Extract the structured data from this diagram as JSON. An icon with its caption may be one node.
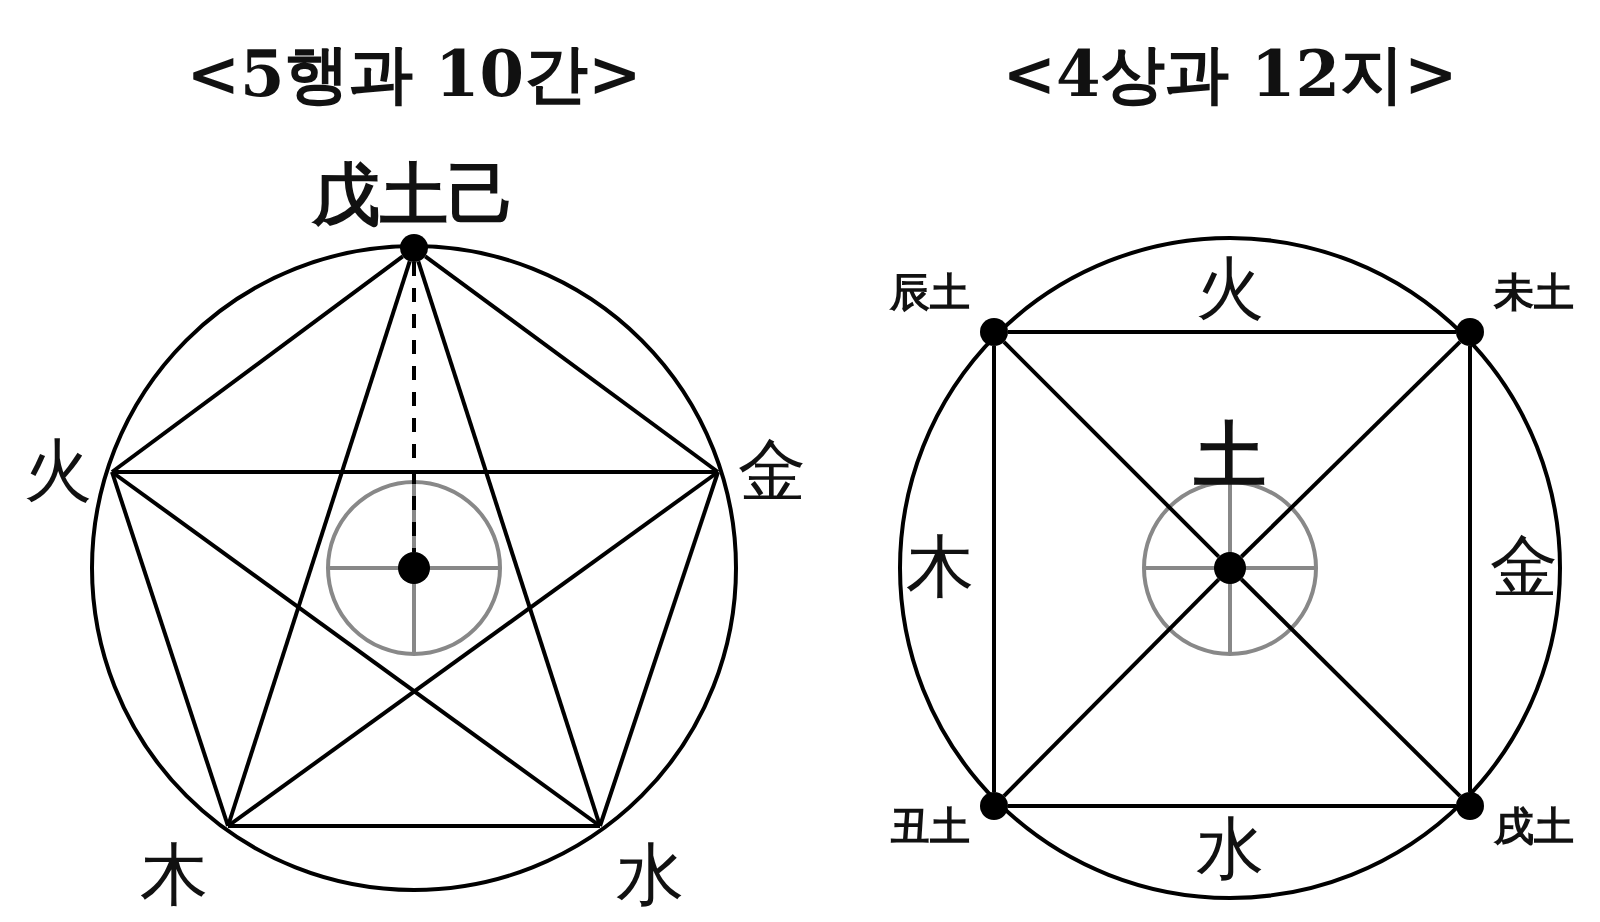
{
  "diagram": {
    "nodes": [
      {
        "text": [],
        "shape": "circle",
        "beside": [
          "戊土己"
        ]
      },
      {
        "text": [
          "火"
        ]
      },
      {
        "text": [
          "金"
        ]
      },
      {
        "text": [
          "木"
        ]
      },
      {
        "text": [
          "水"
        ]
      },
      {
        "text": [],
        "shape": "circle"
      },
      {
        "text": [],
        "shape": "circle",
        "beside": [
          "辰土"
        ]
      },
      {
        "text": [],
        "shape": "circle",
        "beside": [
          "未土"
        ]
      },
      {
        "text": [],
        "shape": "circle",
        "beside": [
          "土"
        ]
      },
      {
        "text": [],
        "shape": "circle",
        "beside": [
          "丑土"
        ]
      },
      {
        "text": [],
        "shape": "circle",
        "beside": [
          "戌土"
        ]
      }
    ],
    "edges": [
      {
        "from": 0,
        "to": 2,
        "arrow": "none"
      },
      {
        "from": 2,
        "to": 4,
        "arrow": "none"
      },
      {
        "from": 4,
        "to": 3,
        "arrow": "none"
      },
      {
        "from": 3,
        "to": 1,
        "arrow": "none"
      },
      {
        "from": 1,
        "to": 0,
        "arrow": "none"
      },
      {
        "from": 0,
        "to": 3,
        "arrow": "none"
      },
      {
        "from": 0,
        "to": 4,
        "arrow": "none"
      },
      {
        "from": 1,
        "to": 2,
        "arrow": "none"
      },
      {
        "from": 1,
        "to": 4,
        "arrow": "none"
      },
      {
        "from": 2,
        "to": 3,
        "arrow": "none"
      },
      {
        "from": 0,
        "to": 5,
        "arrow": "none",
        "style": "dashed"
      },
      {
        "from": 6,
        "to": 7,
        "arrow": "none",
        "label": "火"
      },
      {
        "from": 7,
        "to": 10,
        "arrow": "none",
        "label": "金"
      },
      {
        "from": 10,
        "to": 9,
        "arrow": "none",
        "label": "水"
      },
      {
        "from": 9,
        "to": 6,
        "arrow": "none",
        "label": "木"
      },
      {
        "from": 6,
        "to": 8,
        "arrow": "none"
      },
      {
        "from": 7,
        "to": 8,
        "arrow": "none"
      },
      {
        "from": 9,
        "to": 8,
        "arrow": "none"
      },
      {
        "from": 10,
        "to": 8,
        "arrow": "none"
      }
    ],
    "labels": [
      "<5행과 10간>",
      "<4상과 12지>"
    ]
  }
}
